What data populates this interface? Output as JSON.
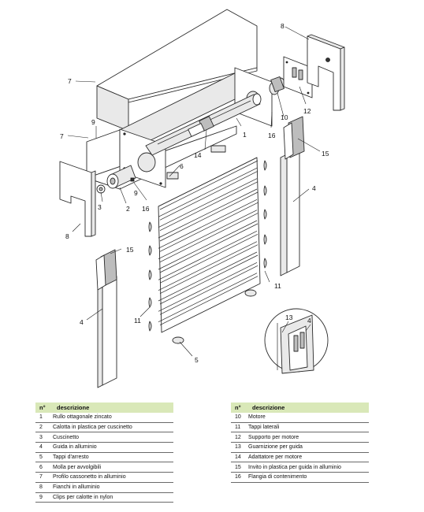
{
  "callouts": {
    "c1": "1",
    "c2": "2",
    "c3": "3",
    "c4a": "4",
    "c4b": "4",
    "c4c": "4",
    "c5": "5",
    "c6": "6",
    "c7a": "7",
    "c7b": "7",
    "c8a": "8",
    "c8b": "8",
    "c9a": "9",
    "c9b": "9",
    "c10": "10",
    "c11a": "11",
    "c11b": "11",
    "c12": "12",
    "c13": "13",
    "c14": "14",
    "c15a": "15",
    "c15b": "15",
    "c16a": "16",
    "c16b": "16"
  },
  "legend_left": {
    "header_num": "n°",
    "header_desc": "descrizione",
    "rows": [
      {
        "n": "1",
        "d": "Rullo ottagonale zincato"
      },
      {
        "n": "2",
        "d": "Calotta in plastica per cuscinetto"
      },
      {
        "n": "3",
        "d": "Cuscinetto"
      },
      {
        "n": "4",
        "d": "Guida in alluminio"
      },
      {
        "n": "5",
        "d": "Tappi d'arresto"
      },
      {
        "n": "6",
        "d": "Molla per avvolgibili"
      },
      {
        "n": "7",
        "d": "Profilo cassonetto in alluminio"
      },
      {
        "n": "8",
        "d": "Fianchi in alluminio"
      },
      {
        "n": "9",
        "d": "Clips per calotte in nylon"
      }
    ]
  },
  "legend_right": {
    "header_num": "n°",
    "header_desc": "descrizione",
    "rows": [
      {
        "n": "10",
        "d": "Motore"
      },
      {
        "n": "11",
        "d": "Tappi laterali"
      },
      {
        "n": "12",
        "d": "Supporto per motore"
      },
      {
        "n": "13",
        "d": "Guarnizione per guida"
      },
      {
        "n": "14",
        "d": "Adattatore per motore"
      },
      {
        "n": "15",
        "d": "Invito in plastica per guida in alluminio"
      },
      {
        "n": "16",
        "d": "Flangia di contenimento"
      }
    ]
  }
}
